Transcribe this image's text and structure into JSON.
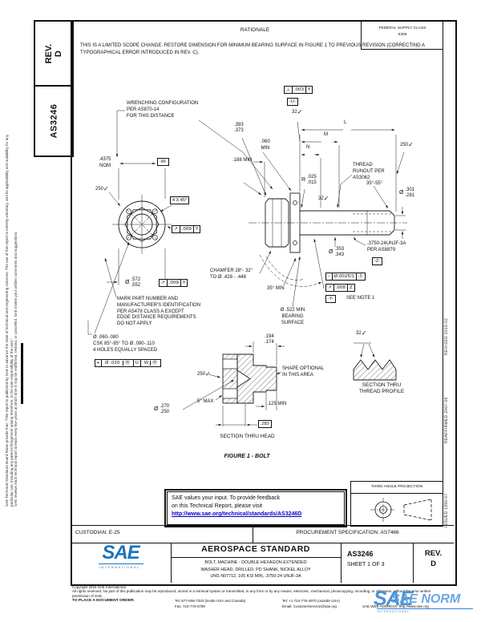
{
  "sheet": {
    "rev_tab": "REV.\nD",
    "doc_tab": "AS3246",
    "fsc_line1": "FEDERAL SUPPLY CLASS",
    "fsc_line2": "5306",
    "rationale_title": "RATIONALE",
    "rationale_body": "THIS IS A LIMITED SCOPE CHANGE. RESTORE DIMENSION FOR MINIMUM BEARING SURFACE IN FIGURE 1 TO PREVIOUS REVISION (CORRECTING A TYPOGRAPHICAL ERROR INTRODUCED IN REV. C)."
  },
  "margins": {
    "disclaimer1": "SAE Technical Standards Board Rules provide that: \"This report is published by SAE to advance the state of technical and engineering sciences. The use of this report is entirely voluntary, and its applicability and suitability for any particular use, including any patent infringement arising therefrom, is the sole responsibility of the user.\"",
    "disclaimer2": "SAE reviews each technical report at least every five years at which time it may be reaffirmed, revised, or cancelled. SAE invites your written comments and suggestions.",
    "stamp_revised": "REVISED 2015-02",
    "stamp_reaffirmed": "REAFFIRMED 2007-06",
    "stamp_issued": "ISSUED 1990-07"
  },
  "figure": {
    "caption": "FIGURE 1 - BOLT",
    "wrenching_note": "WRENCHING CONFIGURATION\nPER AS870-14\nFOR THIS DISTANCE",
    "dim_4375": ".4375\nNOM",
    "datum_w": "-W-",
    "datum_u": "-U-",
    "datum_y": "-Y-",
    "datum_z": "-Z-",
    "finish_250": "250",
    "finish_32": "32",
    "chamfer_4x45": "4 X 45°",
    "fcf_runout_009": {
      "sym": "↗",
      "tol": ".009",
      "datum": "Y"
    },
    "dia_572": {
      "prefix": "Ø",
      "upper": ".572",
      "lower": ".552"
    },
    "chamfer_note": "CHAMFER 28°- 32°\nTO Ø .428 - .448",
    "mark_note": "MARK PART NUMBER AND\nMANUFACTURER'S IDENTIFICATION\nPER AS478 CLASS A EXCEPT\nEDGE DISTANCE REQUIREMENTS\nDO NOT APPLY",
    "hole_note": "Ø .060-.080\nCSK 85°-95° TO Ø .090-.110\n4 HOLES EQUALLY SPACED",
    "fcf_position": {
      "sym": "⌖",
      "tol": "Ø .020",
      "mod": "Ⓜ",
      "datum1": "U",
      "datum2": "W",
      "mod2": "Ⓜ"
    },
    "dim_393": {
      "upper": ".393",
      "lower": ".373"
    },
    "dim_060": ".060\nMIN",
    "dim_188": ".188 MIN",
    "fcf_perp": {
      "sym": "⊥",
      "tol": ".003",
      "datum": "Y"
    },
    "dim_L": "L",
    "dim_M": "M",
    "dim_N": "N",
    "thread_runout_note": "THREAD\nRUNOUT PER\nAS3062",
    "radius_fillet": {
      "prefix": "R",
      "upper": ".025",
      "lower": ".015"
    },
    "angle_3555": "35°-55°",
    "dia_301": {
      "prefix": "Ø",
      "upper": ".301",
      "lower": ".281"
    },
    "thread_callout": ".3750-24UNJF-3A\nPER AS8879",
    "dia_353": {
      "prefix": "Ø",
      "upper": ".353",
      "lower": ".343"
    },
    "fcf_straightness": {
      "sym": "–",
      "tol": "Ø.0025/1",
      "mod": "Ⓢ"
    },
    "fcf_runout_008": {
      "sym": "↗",
      "tol": ".008",
      "datum": "Z"
    },
    "see_note": "SEE NOTE 1",
    "angle_35min": "35° MIN",
    "bearing_note": "Ø .522 MIN\nBEARING\nSURFACE",
    "dim_194": {
      "upper": ".194",
      "lower": ".174"
    },
    "shape_note": "SHAPE OPTIONAL\nIN THIS AREA",
    "angle_5max": "5° MAX",
    "dia_270": {
      "prefix": "Ø",
      "upper": ".270",
      "lower": ".250"
    },
    "dim_125": ".125 MIN",
    "dim_283": ".283",
    "section_head": "SECTION THRU HEAD",
    "section_thread": "SECTION THRU\nTHREAD PROFILE"
  },
  "feedback": {
    "line1": "SAE values your input. To provide feedback",
    "line2": "on this Technical Report, please visit",
    "link": "http://www.sae.org/technical/standards/AS3246D"
  },
  "projection": {
    "title": "THIRD ANGLE PROJECTION"
  },
  "title_block": {
    "custodian": "CUSTODIAN: E-25",
    "procurement": "PROCUREMENT SPECIFICATION: AS7466",
    "logo_text": "SAE",
    "logo_sub": "INTERNATIONAL.",
    "standard_type": "AEROSPACE STANDARD",
    "title": "BOLT, MACHINE - DOUBLE HEXAGON EXTENDED\nWASHER HEAD, DRILLED, PD SHANK, NICKEL ALLOY\nUNS N07712, 105 KSI MIN, .3750-24 UNJF-3A",
    "doc_number": "AS3246",
    "sheet": "SHEET 1 OF 3",
    "rev_label": "REV.",
    "rev": "D"
  },
  "footer": {
    "copyright": "Copyright 2015 SAE International",
    "rights": "All rights reserved. No part of this publication may be reproduced, stored in a retrieval system or transmitted, in any form or by any means, electronic, mechanical, photocopying, recording, or otherwise, without the prior written permission of SAE.",
    "order_label": "TO PLACE A DOCUMENT ORDER:",
    "tel_inside": "Tel: 877-606-7323 (inside USA and Canada)",
    "tel_outside": "Tel: +1 724-776-4970 (outside USA)",
    "fax": "Fax: 724-776-0790",
    "email": "Email: CustomerService@sae.org",
    "web": "SAE WEB ADDRESS: http://www.sae.org",
    "watermark_sae": "SAE",
    "watermark_norm": "SAE NORM",
    "watermark_int": "INTERNATIONAL"
  },
  "colors": {
    "sae_blue": "#1b75bc",
    "watermark_blue": "#2f7fd6",
    "link_blue": "#0000cc"
  }
}
